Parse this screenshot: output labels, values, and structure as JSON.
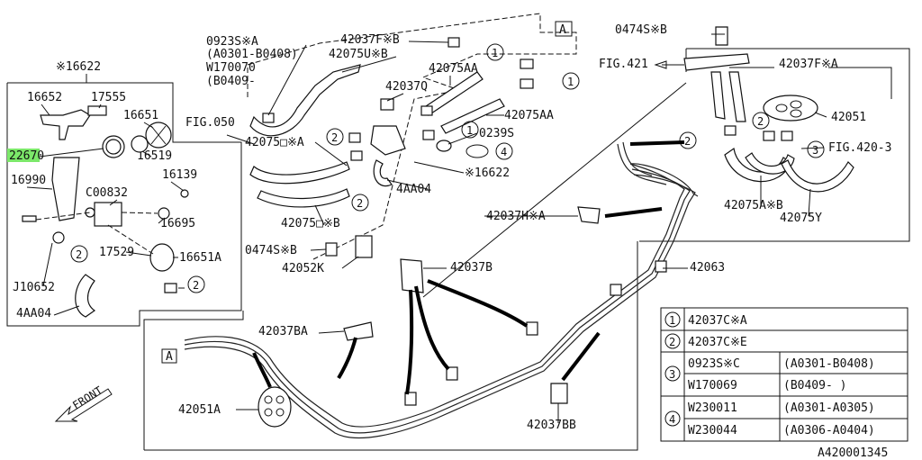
{
  "labels": {
    "p16622_top": "※16622",
    "p16652": "16652",
    "p17555": "17555",
    "p16651": "16651",
    "p22670": "22670",
    "p16519": "16519",
    "p16139": "16139",
    "p16990": "16990",
    "pC00832": "C00832",
    "p16695": "16695",
    "p17529": "17529",
    "p16651A": "16651A",
    "pJ10652": "J10652",
    "p4AA04_left": "4AA04",
    "p0923SA": "0923S※A",
    "p0923SA_range": "(A0301-B0408)",
    "pW170070": "W170070",
    "pW170070_range": "(B0409-",
    "p42037FB": "42037F※B",
    "p42075UB": "42075U※B",
    "p42075AA_1": "42075AA",
    "p42037Q": "42037Q",
    "p42075AA_2": "42075AA",
    "p0239S": "0239S",
    "pFIG050": "FIG.050",
    "p42075DA": "42075□※A",
    "p16622_mid": "※16622",
    "p4AA04_mid": "4AA04",
    "p42075DB": "42075□※B",
    "p0474SB_mid": "0474S※B",
    "p42052K": "42052K",
    "p0474SB_top": "0474S※B",
    "pFIG421": "FIG.421",
    "p42037FA": "42037F※A",
    "p42051": "42051",
    "pFIG4203": "FIG.420-3",
    "p42075AB": "42075A※B",
    "p42075Y": "42075Y",
    "p42037HA": "42037H※A",
    "p42037B": "42037B",
    "p42063": "42063",
    "p42037BA": "42037BA",
    "p42051A": "42051A",
    "p42037BB": "42037BB",
    "ref_A": "A",
    "front": "FRONT",
    "diagram_code": "A420001345"
  },
  "callouts": {
    "c1": "1",
    "c2": "2",
    "c3": "3",
    "c4": "4"
  },
  "legend": {
    "rows": [
      {
        "num": "1",
        "part": "42037C※A",
        "range": ""
      },
      {
        "num": "2",
        "part": "42037C※E",
        "range": ""
      },
      {
        "num": "3",
        "part": "0923S※C",
        "range": "(A0301-B0408)"
      },
      {
        "num": "",
        "part": "W170069",
        "range": "(B0409-       )"
      },
      {
        "num": "4",
        "part": "W230011",
        "range": "(A0301-A0305)"
      },
      {
        "num": "",
        "part": "W230044",
        "range": "(A0306-A0404)"
      }
    ]
  },
  "colors": {
    "line": "#111111",
    "highlight": "#7CE86A",
    "background": "#ffffff"
  }
}
